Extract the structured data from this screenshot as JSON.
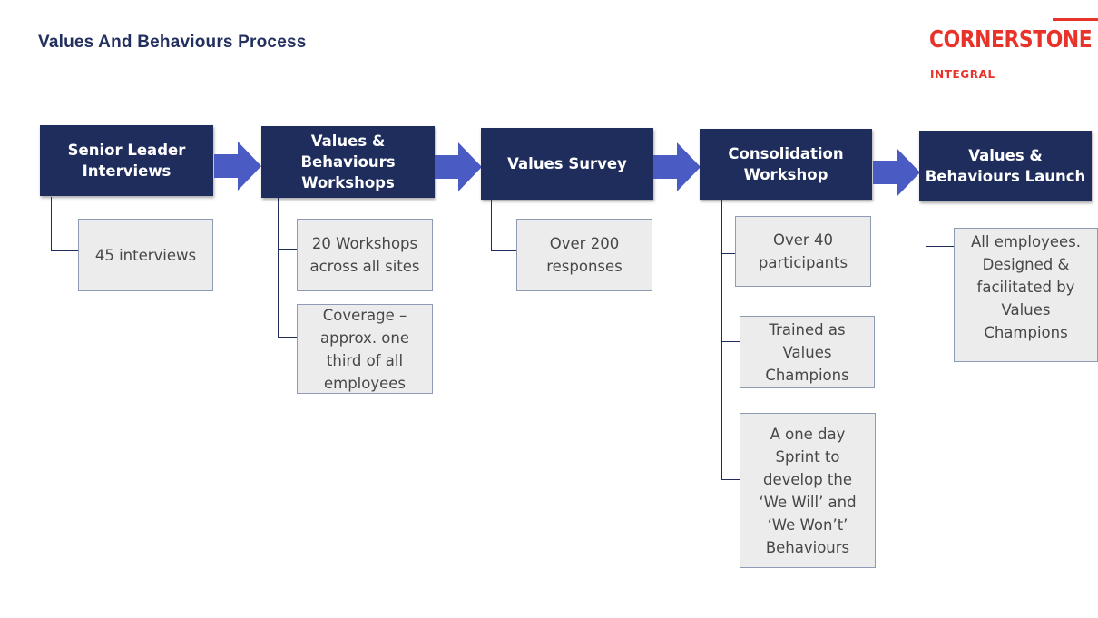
{
  "title": "Values And Behaviours Process",
  "logo": {
    "name": "CORNERSTONE",
    "tagline": "INTEGRAL"
  },
  "colors": {
    "stage": "#1f2d5c",
    "arrow": "#4a5bc4",
    "accent": "#e8332b",
    "note_bg": "#ececec"
  },
  "stages": [
    {
      "label": "Senior Leader Interviews",
      "notes": [
        "45 interviews"
      ]
    },
    {
      "label": "Values & Behaviours Workshops",
      "notes": [
        "20 Workshops across all sites",
        "Coverage – approx. one third of all employees"
      ]
    },
    {
      "label": "Values Survey",
      "notes": [
        "Over 200 responses"
      ]
    },
    {
      "label": "Consolidation Workshop",
      "notes": [
        "Over 40 participants",
        "Trained as Values Champions",
        "A one day Sprint to develop the ‘We Will’ and ‘We Won’t’ Behaviours"
      ]
    },
    {
      "label": "Values & Behaviours Launch",
      "notes": [
        "All employees. Designed & facilitated by Values Champions"
      ]
    }
  ]
}
